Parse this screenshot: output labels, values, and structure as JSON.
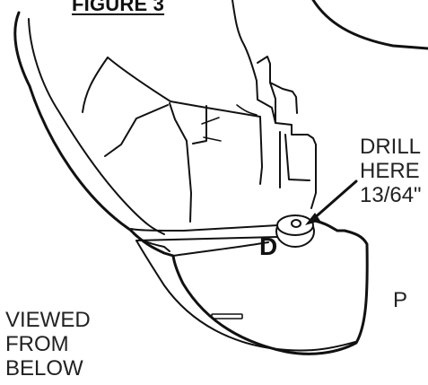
{
  "figure_title": "FIGURE 3",
  "drill_note": {
    "line1": "DRILL",
    "line2": "HERE",
    "line3": "13/64\""
  },
  "part_label": "D",
  "view_note": {
    "line1": "VIEWED",
    "line2": "FROM",
    "line3": "BELOW"
  },
  "partial_label": "P",
  "colors": {
    "ink": "#111111",
    "background": "#ffffff"
  }
}
